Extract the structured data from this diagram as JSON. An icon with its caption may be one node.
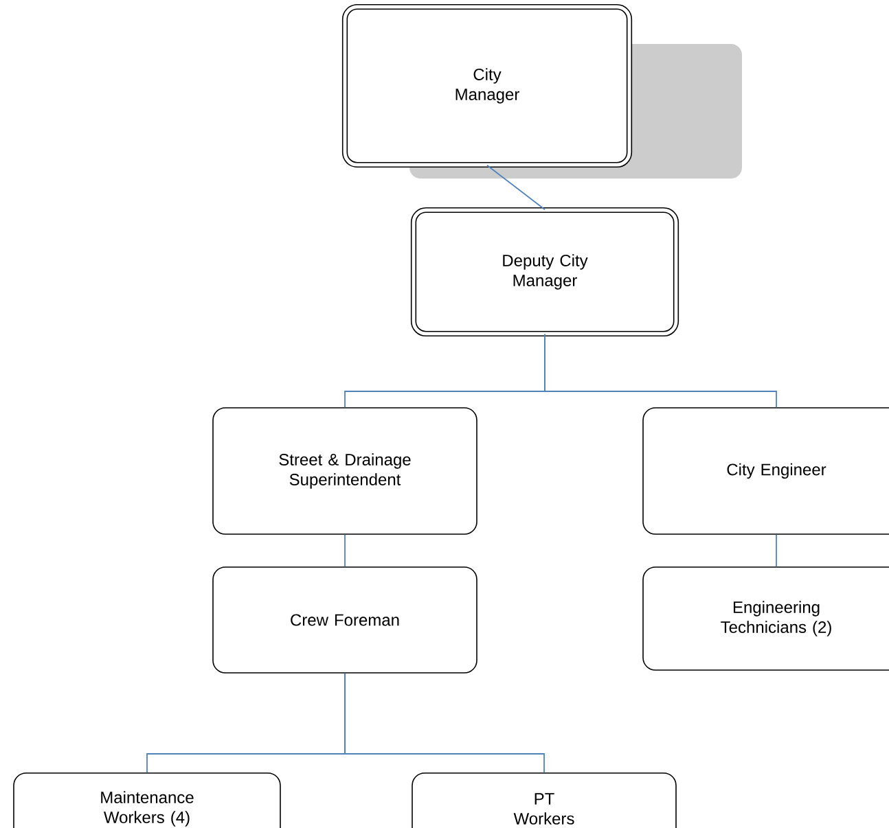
{
  "diagram": {
    "nodes": [
      {
        "text": [
          "City Manager"
        ]
      },
      {
        "text": [
          "Deputy City Manager"
        ]
      },
      {
        "text": [
          "Street & Drainage Superintendent"
        ]
      },
      {
        "text": [
          "City Engineer"
        ]
      },
      {
        "text": [
          "Crew Foreman"
        ]
      },
      {
        "text": [
          "Engineering Technicians (2)"
        ]
      },
      {
        "text": [
          "Maintenance Workers (4)"
        ]
      },
      {
        "text": [
          "PT Workers"
        ]
      }
    ],
    "edges": [
      {
        "from": 0,
        "to": 1,
        "arrow": "none"
      },
      {
        "from": 1,
        "to": 2,
        "arrow": "none"
      },
      {
        "from": 1,
        "to": 3,
        "arrow": "none"
      },
      {
        "from": 2,
        "to": 4,
        "arrow": "none"
      },
      {
        "from": 3,
        "to": 5,
        "arrow": "none"
      },
      {
        "from": 4,
        "to": 6,
        "arrow": "none"
      },
      {
        "from": 4,
        "to": 7,
        "arrow": "none"
      }
    ]
  }
}
